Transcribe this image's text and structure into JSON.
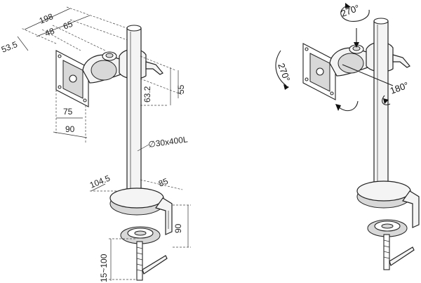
{
  "left": {
    "dims": {
      "d198": "198",
      "d53_5": "53.5",
      "d48": "48",
      "d65": "65",
      "d63_2": "63.2",
      "d55": "55",
      "d75": "75",
      "d90w": "90",
      "d30x400": "∅30x400L",
      "d104_5": "104.5",
      "d85": "85",
      "d90h": "90",
      "d15_100": "15~100"
    }
  },
  "right": {
    "angles": {
      "top": "270°",
      "left": "270°",
      "right": "180°"
    }
  }
}
